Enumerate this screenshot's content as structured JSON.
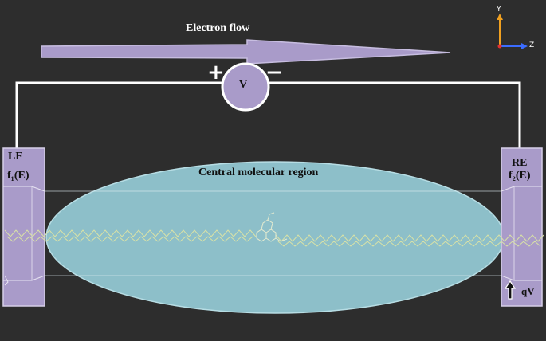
{
  "diagram": {
    "electron_flow_label": "Electron flow",
    "voltmeter_label": "V",
    "plus_sign": "+",
    "minus_sign": "−",
    "left_electrode": {
      "label": "LE",
      "fermi_label": "f₁(E)"
    },
    "right_electrode": {
      "label": "RE",
      "fermi_label": "f₂(E)"
    },
    "central_region_label": "Central molecular region",
    "bias_label": "qV",
    "axes": {
      "y_label": "Y",
      "z_label": "Z"
    }
  },
  "colors": {
    "background": "#2d2d2d",
    "electrode_fill": "#a99bc9",
    "ellipse_fill": "#8dbfc9",
    "arrow_fill": "#a99bc9",
    "wire": "#ffffff",
    "chain": "#d9e2a6",
    "axis_y": "#f0a020",
    "axis_z": "#3b6cff"
  }
}
